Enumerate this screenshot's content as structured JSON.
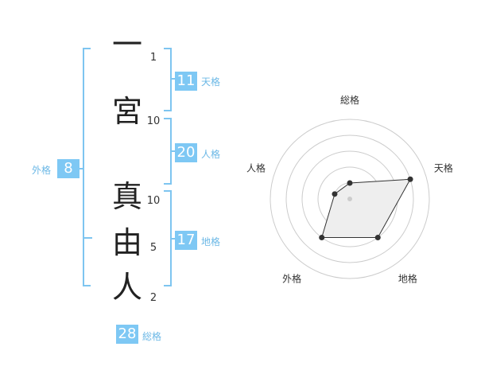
{
  "name": {
    "characters": [
      {
        "char": "一",
        "strokes": "1"
      },
      {
        "char": "宮",
        "strokes": "10"
      },
      {
        "char": "真",
        "strokes": "10"
      },
      {
        "char": "由",
        "strokes": "5"
      },
      {
        "char": "人",
        "strokes": "2"
      }
    ]
  },
  "fortunes": {
    "tenkaku": {
      "label": "天格",
      "value": "11"
    },
    "jinkaku": {
      "label": "人格",
      "value": "20"
    },
    "chikaku": {
      "label": "地格",
      "value": "17"
    },
    "gaikaku": {
      "label": "外格",
      "value": "8"
    },
    "soukaku": {
      "label": "総格",
      "value": "28"
    }
  },
  "radar": {
    "axes": [
      "総格",
      "天格",
      "地格",
      "外格",
      "人格"
    ],
    "values": [
      1,
      4,
      3,
      3,
      1
    ],
    "max": 5,
    "colors": {
      "grid": "#cccccc",
      "fill": "#eeeeee",
      "line": "#333333",
      "point": "#333333",
      "center": "#cccccc"
    }
  },
  "colors": {
    "accent": "#7ec8f4",
    "bracket": "#7ec5f0",
    "label": "#6cb8e6"
  }
}
